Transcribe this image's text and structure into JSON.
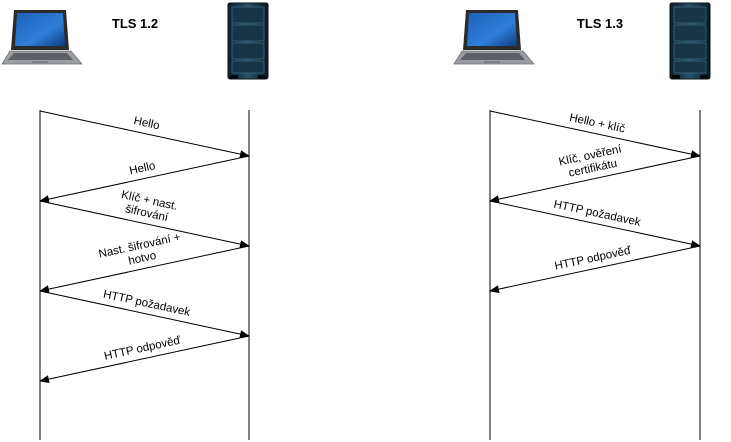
{
  "left": {
    "title": "TLS 1.2",
    "client_icon": "laptop-icon",
    "server_icon": "server-rack-icon",
    "messages": [
      {
        "direction": "client-to-server",
        "lines": [
          "Hello"
        ]
      },
      {
        "direction": "server-to-client",
        "lines": [
          "Hello"
        ]
      },
      {
        "direction": "client-to-server",
        "lines": [
          "Klíč + nast.",
          "šifrování"
        ]
      },
      {
        "direction": "server-to-client",
        "lines": [
          "Nast. šifrování +",
          "hotvo"
        ]
      },
      {
        "direction": "client-to-server",
        "lines": [
          "HTTP požadavek"
        ]
      },
      {
        "direction": "server-to-client",
        "lines": [
          "HTTP odpověď"
        ]
      }
    ]
  },
  "right": {
    "title": "TLS 1.3",
    "client_icon": "laptop-icon",
    "server_icon": "server-rack-icon",
    "messages": [
      {
        "direction": "client-to-server",
        "lines": [
          "Hello + klíč"
        ]
      },
      {
        "direction": "server-to-client",
        "lines": [
          "Klíč, ověření",
          "certifikátu"
        ]
      },
      {
        "direction": "client-to-server",
        "lines": [
          "HTTP požadavek"
        ]
      },
      {
        "direction": "server-to-client",
        "lines": [
          "HTTP odpověď"
        ]
      }
    ]
  }
}
